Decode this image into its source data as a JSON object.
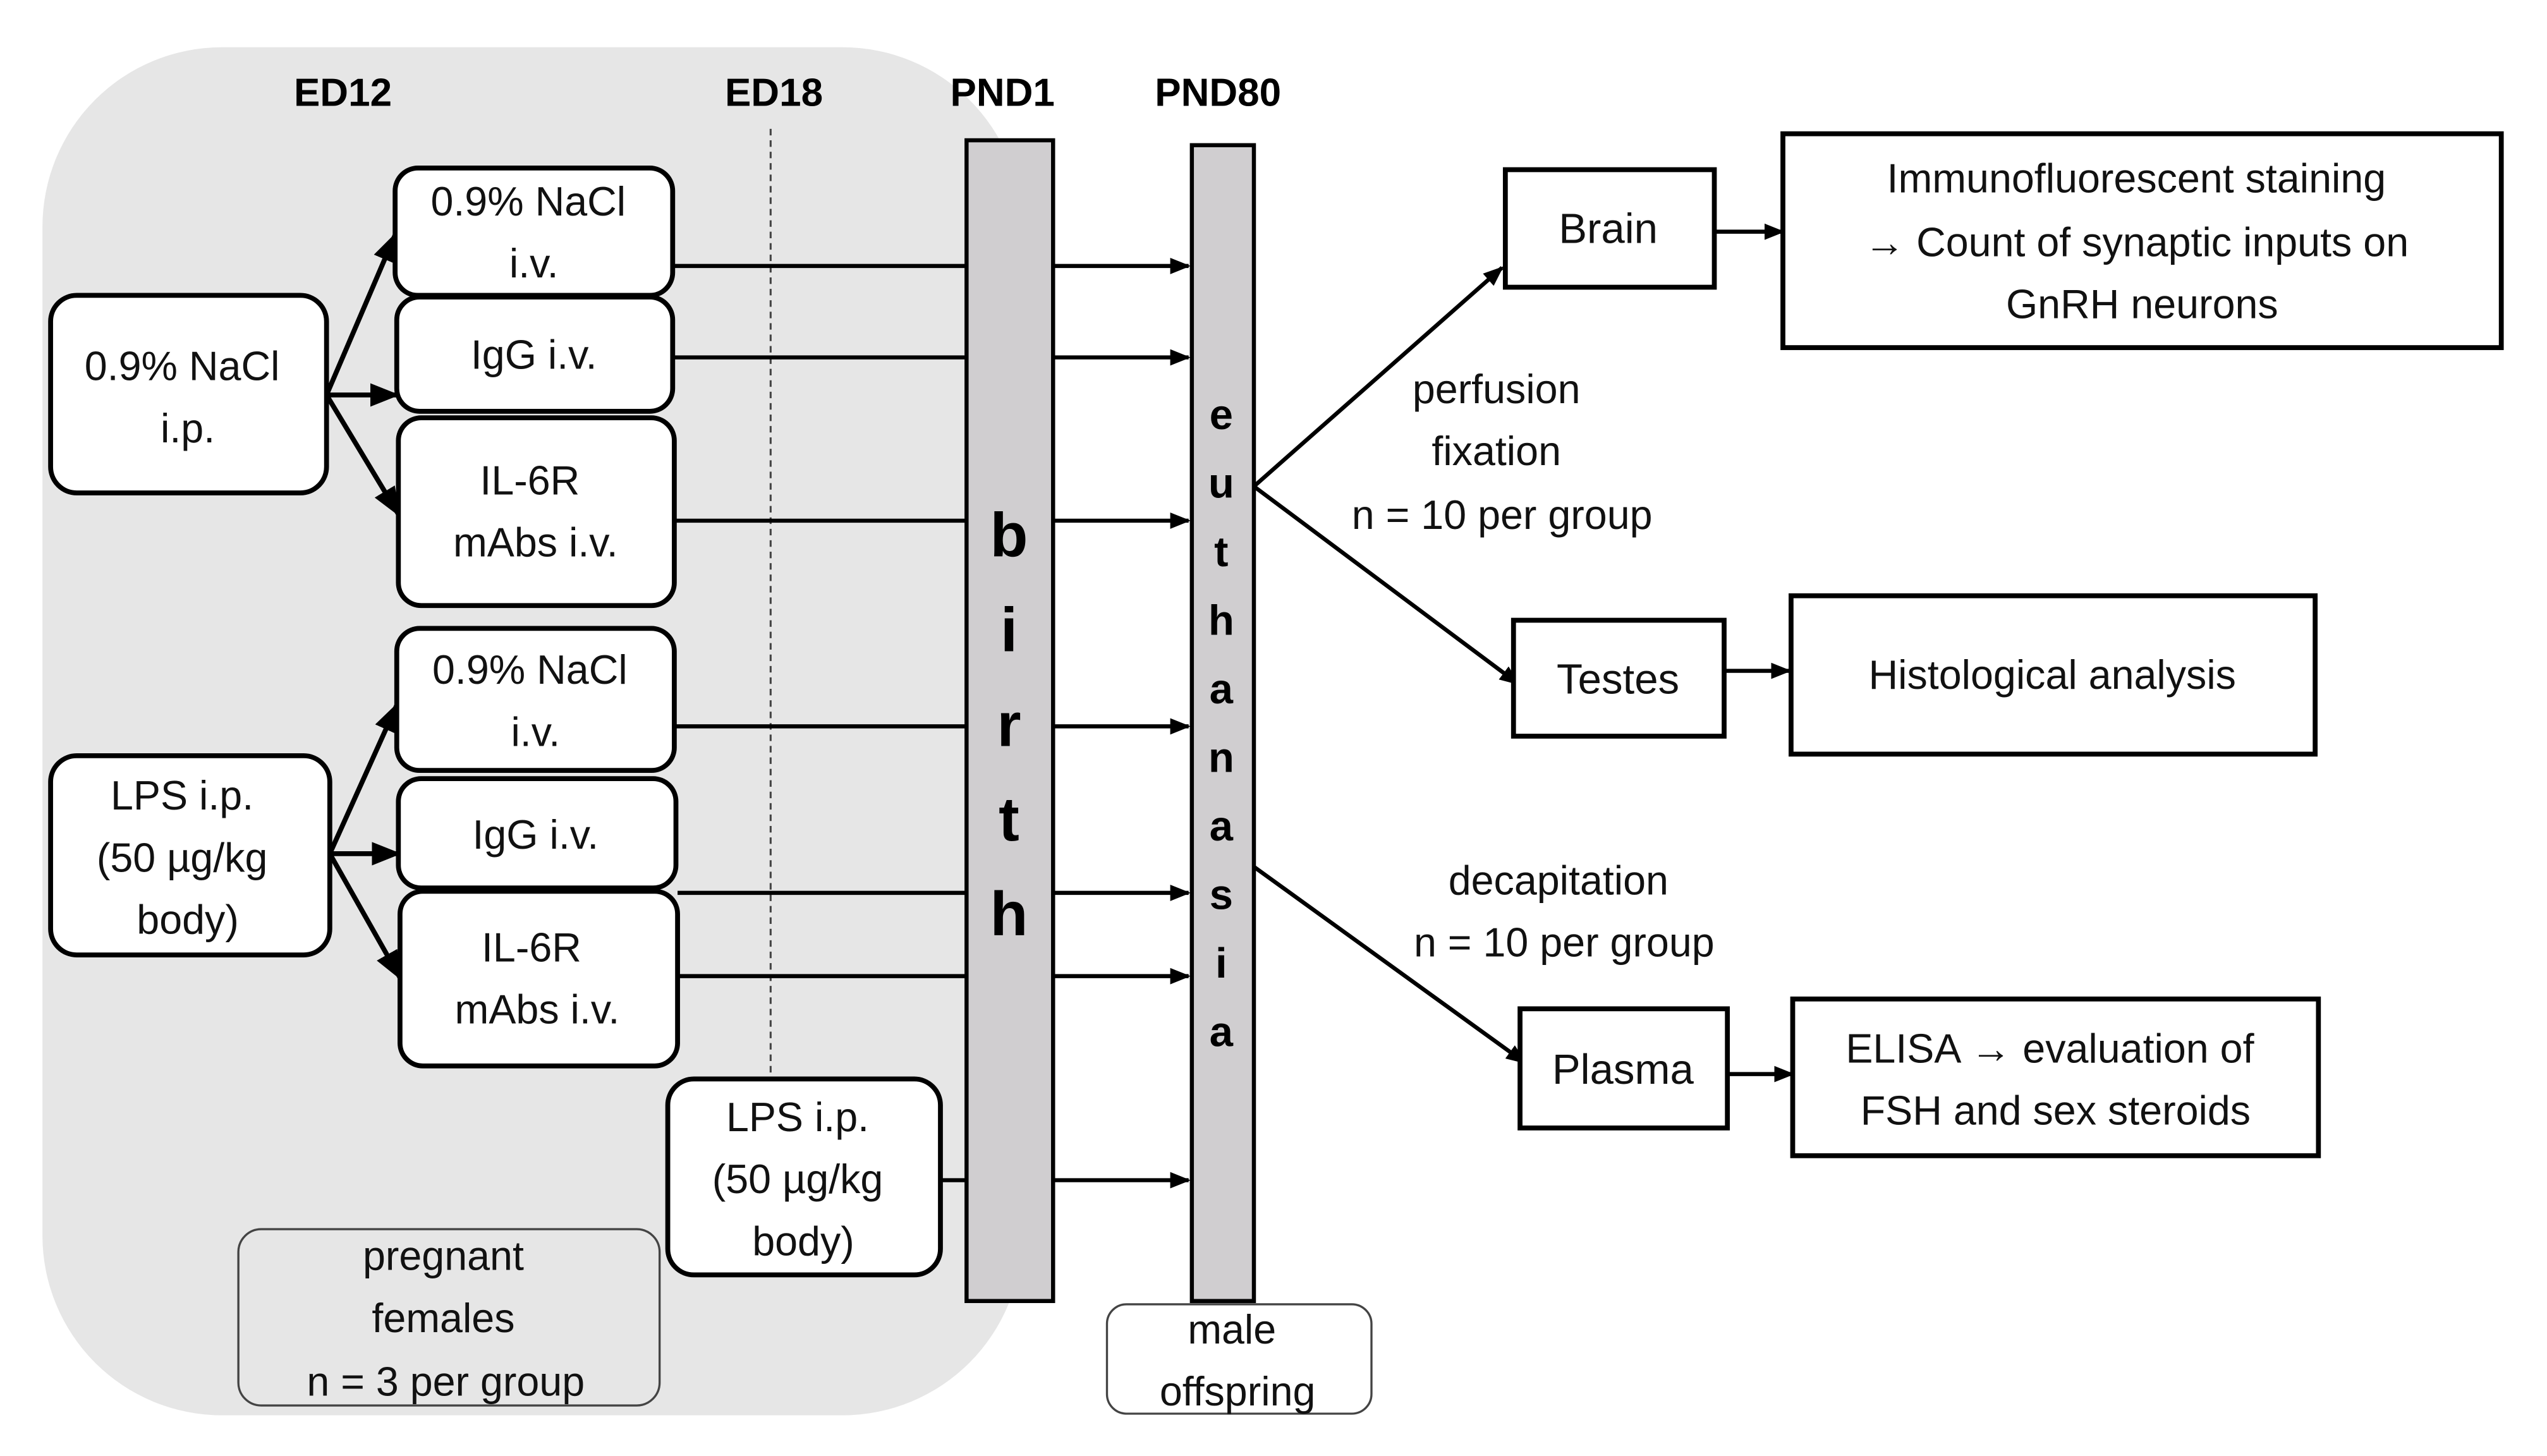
{
  "colors": {
    "panel_fill": "#e6e6e6",
    "bar_fill": "#d0ced0",
    "stroke": "#000000",
    "text": "#111111"
  },
  "timeline": {
    "ed12": "ED12",
    "ed18": "ED18",
    "pnd1": "PND1",
    "pnd80": "PND80"
  },
  "dams": {
    "saline_ip": [
      "0.9% NaCl",
      "i.p."
    ],
    "lps_ip": [
      "LPS i.p.",
      "(50 µg/kg",
      "body)"
    ],
    "lps_ip_late": [
      "LPS  i.p.",
      "(50 µg/kg",
      "body)"
    ],
    "pregnant_label": [
      "pregnant",
      "females",
      "n = 3 per group"
    ]
  },
  "treatments": {
    "saline_iv_1": [
      "0.9% NaCl",
      "i.v."
    ],
    "igg_iv_1": [
      "IgG i.v."
    ],
    "il6r_iv_1": [
      "IL-6R",
      "mAbs  i.v."
    ],
    "saline_iv_2": [
      "0.9% NaCl",
      "i.v."
    ],
    "igg_iv_2": [
      "IgG i.v."
    ],
    "il6r_iv_2": [
      "IL-6R",
      "mAbs i.v."
    ]
  },
  "bars": {
    "birth": "birth",
    "euthanasia": "euthanasia",
    "offspring_label": [
      "male",
      "offspring"
    ]
  },
  "outcomes": {
    "perfusion_label": [
      "perfusion",
      "fixation",
      "n = 10 per group"
    ],
    "decapitation_label": [
      "decapitation",
      "n = 10 per group"
    ],
    "brain": [
      "Brain"
    ],
    "testes": [
      "Testes"
    ],
    "plasma": [
      "Plasma"
    ],
    "brain_analysis": [
      "Immunofluorescent staining",
      "→ Count of synaptic inputs on",
      "GnRH neurons"
    ],
    "testes_analysis": [
      "Histological analysis"
    ],
    "plasma_analysis": [
      "ELISA → evaluation of",
      "FSH and sex steroids"
    ]
  }
}
